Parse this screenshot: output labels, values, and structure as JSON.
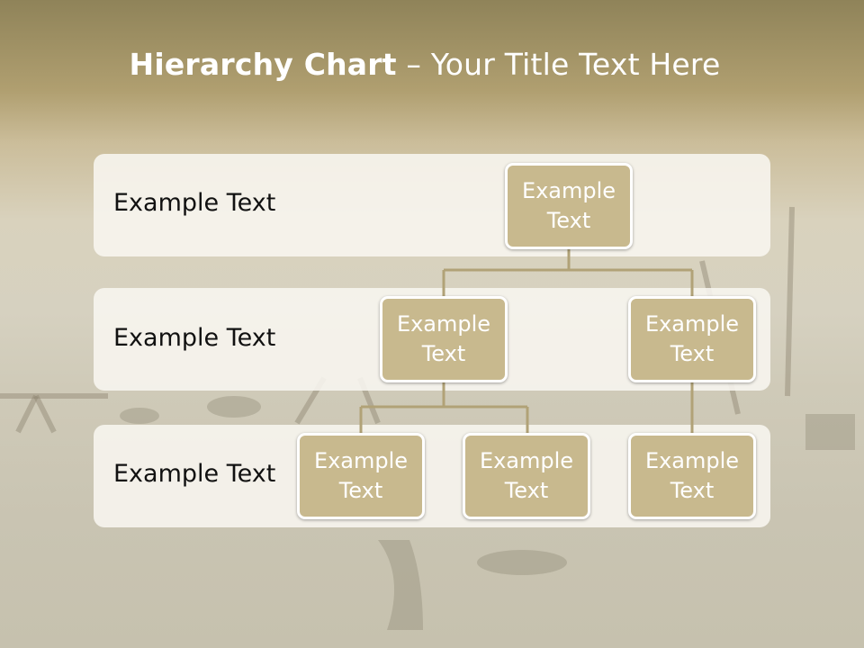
{
  "title": {
    "bold": "Hierarchy Chart",
    "rest": " – Your Title Text Here"
  },
  "bands": [
    {
      "label": "Example Text"
    },
    {
      "label": "Example Text"
    },
    {
      "label": "Example Text"
    }
  ],
  "nodes": [
    {
      "line1": "Example",
      "line2": "Text"
    },
    {
      "line1": "Example",
      "line2": "Text"
    },
    {
      "line1": "Example",
      "line2": "Text"
    },
    {
      "line1": "Example",
      "line2": "Text"
    },
    {
      "line1": "Example",
      "line2": "Text"
    },
    {
      "line1": "Example",
      "line2": "Text"
    }
  ],
  "colors": {
    "node_fill": "#c8b98e",
    "connector": "#b1a277",
    "band_fill": "#f8f6f0"
  }
}
